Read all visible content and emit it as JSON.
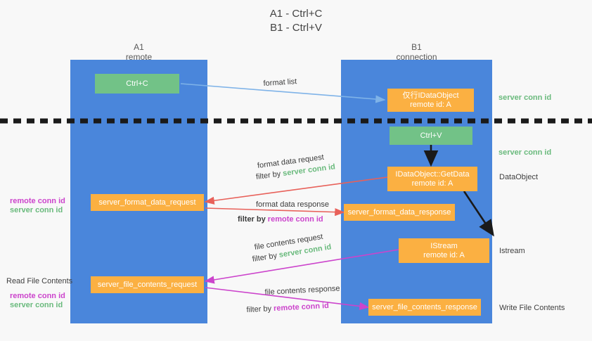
{
  "title": {
    "line1": "A1 - Ctrl+C",
    "line2": "B1 - Ctrl+V"
  },
  "columns": [
    {
      "name": "A1",
      "sub": "remote"
    },
    {
      "name": "B1",
      "sub": "connection"
    }
  ],
  "boxes": {
    "ctrl_c": "Ctrl+C",
    "ctrl_v": "Ctrl+V",
    "idataobject": {
      "line1": "仅行IDataObject",
      "line2": "remote id: A"
    },
    "getdata": {
      "line1": "IDataObject::GetData",
      "line2": "remote id: A"
    },
    "istream": {
      "line1": "IStream",
      "line2": "remote id: A"
    },
    "server_format_data_request": "server_format_data_request",
    "server_format_data_response": "server_format_data_response",
    "server_file_contents_request": "server_file_contents_request",
    "server_file_contents_response": "server_file_contents_response"
  },
  "arrow_labels": {
    "format_list": "format list",
    "format_data_request": "format data request",
    "format_data_request_filter_prefix": "filter by ",
    "format_data_request_filter_value": "server conn id",
    "format_data_response": "format data response",
    "format_data_response_filter_prefix": "filter by ",
    "format_data_response_filter_value": "remote conn id",
    "file_contents_request": "file contents request",
    "file_contents_request_filter_prefix": "filter by ",
    "file_contents_request_filter_value": "server conn id",
    "file_contents_response": "file contents response",
    "file_contents_response_filter_prefix": "filter by ",
    "file_contents_response_filter_value": "remote conn id"
  },
  "right_annotations": {
    "server_conn_id_top": "server conn id",
    "server_conn_id_mid": "server conn id",
    "dataobject": "DataObject",
    "istream": "Istream",
    "write_file_contents": "Write File Contents"
  },
  "left_annotations": {
    "remote_conn_id_1": "remote conn id",
    "server_conn_id_1": "server conn id",
    "read_file_contents": "Read File Contents",
    "remote_conn_id_2": "remote conn id",
    "server_conn_id_2": "server conn id"
  },
  "colors": {
    "lane": "#4a86db",
    "green_box": "#72c287",
    "orange_box": "#fbb042",
    "arrow_blue": "#7fb3e8",
    "arrow_red": "#e8615a",
    "arrow_magenta": "#cc44cc",
    "arrow_black": "#1a1a1a",
    "background": "#f8f8f8",
    "label_green": "#6aba7d",
    "label_magenta": "#cc44cc"
  }
}
